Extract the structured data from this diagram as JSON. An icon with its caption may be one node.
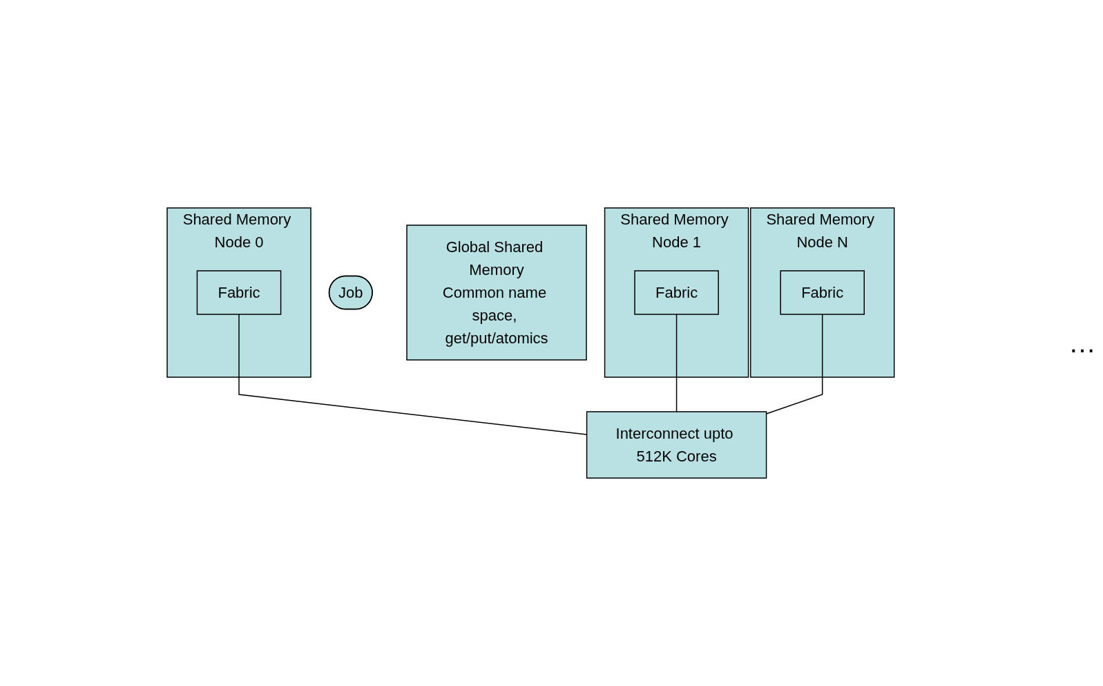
{
  "diagram": {
    "nodes": [
      {
        "text": [
          "Job"
        ]
      },
      {
        "text": [
          "Global Shared Memory",
          "Common name space, get/put/atomics"
        ]
      },
      {
        "text": [
          "Shared Memory Node 0"
        ]
      },
      {
        "text": [
          "Fabric"
        ],
        "in": 2
      },
      {
        "text": [
          "Shared Memory Node 1"
        ]
      },
      {
        "text": [
          "Fabric"
        ],
        "in": 4
      },
      {
        "text": [
          "Shared Memory Node N"
        ]
      },
      {
        "text": [
          "Fabric"
        ],
        "in": 6
      },
      {
        "text": [
          "Interconnect upto 512K Cores"
        ]
      }
    ],
    "edges": [
      {
        "from": 3,
        "to": 8,
        "arrow": "none"
      },
      {
        "from": 5,
        "to": 8,
        "arrow": "none"
      },
      {
        "from": 7,
        "to": 8,
        "arrow": "none"
      }
    ],
    "labels": [
      "…"
    ]
  }
}
